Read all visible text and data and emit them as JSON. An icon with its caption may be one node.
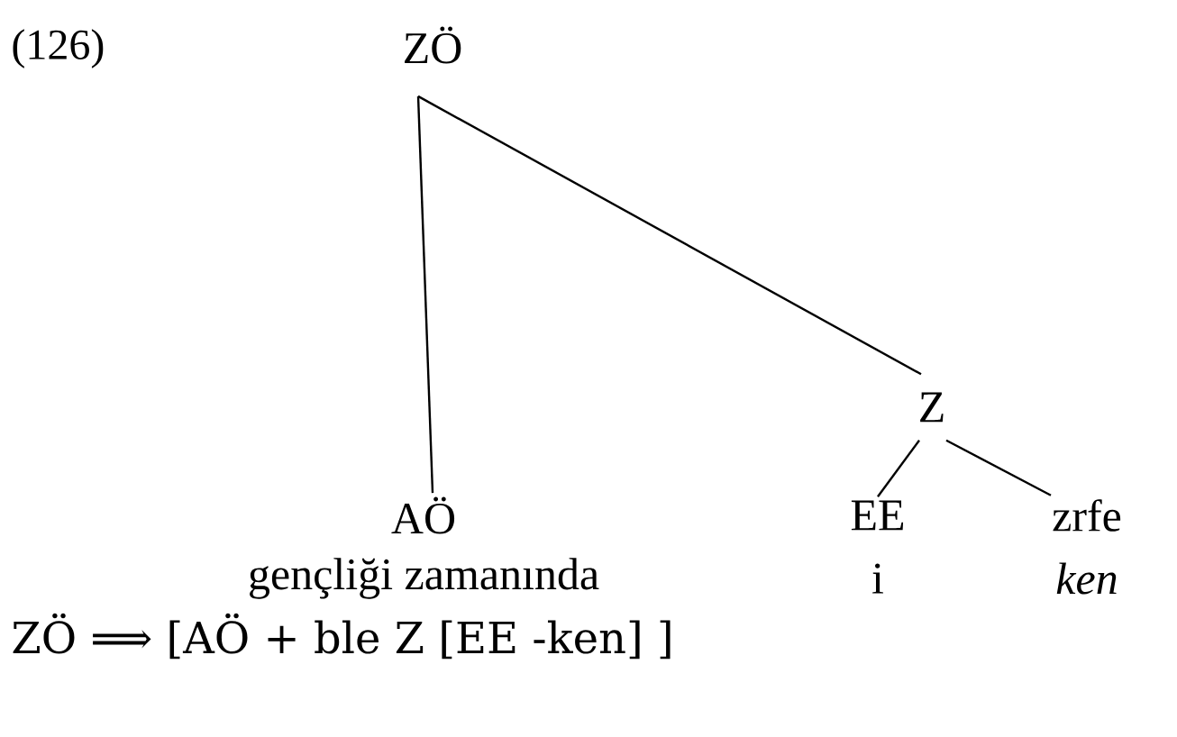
{
  "diagram": {
    "nodes": [
      {
        "text": [
          "ZÖ"
        ]
      },
      {
        "text": [
          "Z"
        ]
      },
      {
        "text": [
          "AÖ"
        ],
        "beside": [
          "gençliği zamanında"
        ]
      },
      {
        "text": [
          "EE"
        ],
        "beside": [
          "i"
        ]
      },
      {
        "text": [
          "zrfe"
        ],
        "beside": [
          "ken"
        ]
      }
    ],
    "edges": [
      {
        "from": 0,
        "to": 2,
        "arrow": "none"
      },
      {
        "from": 0,
        "to": 1,
        "arrow": "none"
      },
      {
        "from": 1,
        "to": 3,
        "arrow": "none"
      },
      {
        "from": 1,
        "to": 4,
        "arrow": "none"
      }
    ],
    "labels": [
      "(126)",
      "ZÖ ⟹ [AÖ + ble Z [EE -ken] ]"
    ]
  }
}
